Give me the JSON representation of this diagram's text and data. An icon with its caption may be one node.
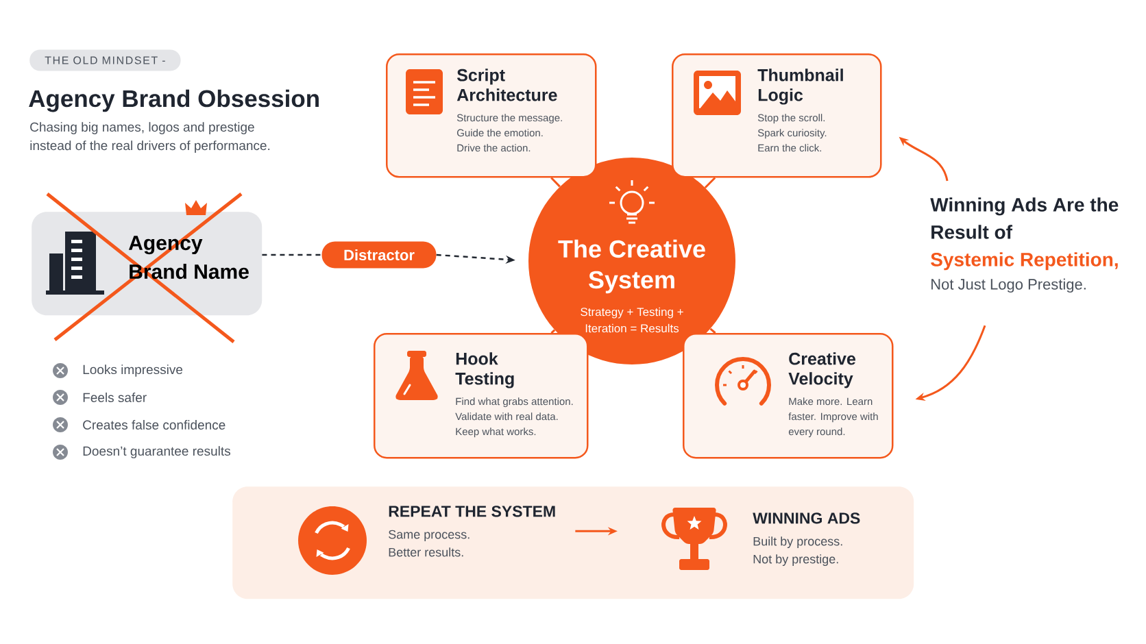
{
  "diagram": {
    "title": "Agency Brand Obsession",
    "nodes": [
      {
        "text": [
          "THE OLD MINDSET -"
        ]
      },
      {
        "text": [
          "Agency Brand Name"
        ]
      },
      {
        "text": [
          "Distractor"
        ]
      },
      {
        "text": [
          "The Creative System",
          "Strategy + Testing + Iteration = Results"
        ]
      },
      {
        "text": [
          "Script Architecture",
          "Structure the message. Guide the emotion. Drive the action."
        ]
      },
      {
        "text": [
          "Thumbnail Logic",
          "Stop the scroll. Spark curiosity. Earn the click."
        ]
      },
      {
        "text": [
          "Hook Testing",
          "Find what grabs attention. Validate with real data. Keep what works."
        ]
      },
      {
        "text": [
          "Creative Velocity",
          "Make more. Learn faster. Improve with every round."
        ]
      },
      {
        "text": [
          "Winning Ads Are the Result of",
          "Systemic Repetition,",
          "Not Just Logo Prestige."
        ]
      },
      {
        "text": [],
        "shape": "box"
      },
      {
        "text": [
          "REPEAT THE SYSTEM",
          "Same process. Better results."
        ],
        "in": 9
      },
      {
        "text": [
          "WINNING ADS",
          "Built by process. Not by prestige."
        ],
        "in": 9
      }
    ],
    "edges": [
      {
        "from": 1,
        "to": 2,
        "arrow": "none",
        "style": "dashed",
        "color": "#222831"
      },
      {
        "from": 2,
        "to": 3,
        "arrow": "to",
        "style": "dashed",
        "color": "#222831"
      },
      {
        "from": 3,
        "to": 4,
        "arrow": "none"
      },
      {
        "from": 3,
        "to": 5,
        "arrow": "none"
      },
      {
        "from": 3,
        "to": 6,
        "arrow": "none"
      },
      {
        "from": 3,
        "to": 7,
        "arrow": "none"
      },
      {
        "from": 8,
        "to": 5,
        "arrow": "to"
      },
      {
        "from": 8,
        "to": 7,
        "arrow": "to"
      },
      {
        "from": 10,
        "to": 11,
        "arrow": "to"
      }
    ],
    "labels": [
      "Chasing big names, logos and prestige instead of the real drivers of performance.",
      "Looks impressive",
      "Feels safer",
      "Creates false confidence",
      "Doesn’t guarantee results"
    ]
  }
}
